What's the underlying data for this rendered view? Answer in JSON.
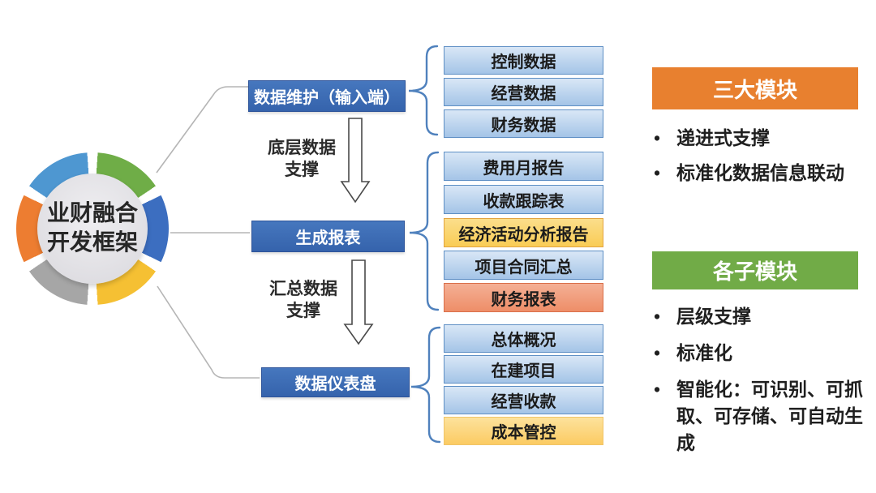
{
  "diagram": {
    "donut": {
      "title_line1": "业财融合",
      "title_line2": "开发框架",
      "segment_colors": [
        "#6fad47",
        "#3c6ec0",
        "#f5c033",
        "#a6a6a6",
        "#ed7d31",
        "#4e97d1"
      ]
    },
    "flow": {
      "steps": [
        {
          "label": "数据维护（输入端）"
        },
        {
          "label": "生成报表"
        },
        {
          "label": "数据仪表盘"
        }
      ],
      "arrows": [
        {
          "line1": "底层数据",
          "line2": "支撑"
        },
        {
          "line1": "汇总数据",
          "line2": "支撑"
        }
      ],
      "box_color": "#3c6db5"
    },
    "groups": [
      {
        "items": [
          {
            "label": "控制数据",
            "variant": "blue"
          },
          {
            "label": "经营数据",
            "variant": "blue"
          },
          {
            "label": "财务数据",
            "variant": "blue"
          }
        ]
      },
      {
        "items": [
          {
            "label": "费用月报告",
            "variant": "blue"
          },
          {
            "label": "收款跟踪表",
            "variant": "blue"
          },
          {
            "label": "经济活动分析报告",
            "variant": "yellow"
          },
          {
            "label": "项目合同汇总",
            "variant": "blue"
          },
          {
            "label": "财务报表",
            "variant": "salmon"
          }
        ]
      },
      {
        "items": [
          {
            "label": "总体概况",
            "variant": "blue"
          },
          {
            "label": "在建项目",
            "variant": "blue"
          },
          {
            "label": "经营收款",
            "variant": "blue"
          },
          {
            "label": "成本管控",
            "variant": "gold"
          }
        ]
      }
    ],
    "panels": [
      {
        "title": "三大模块",
        "accent": "#e8802f",
        "bullets": [
          "递进式支撑",
          "标准化数据信息联动"
        ]
      },
      {
        "title": "各子模块",
        "accent": "#71ab47",
        "bullets": [
          "层级支撑",
          "标准化",
          "智能化：可识别、可抓取、可存储、可自动生成"
        ]
      }
    ],
    "ui": {
      "bullet": "•"
    },
    "line_colors": {
      "connector": "#b5b5b5",
      "brace": "#4f81bd",
      "arrow_outline": "#4a4a4a"
    }
  }
}
